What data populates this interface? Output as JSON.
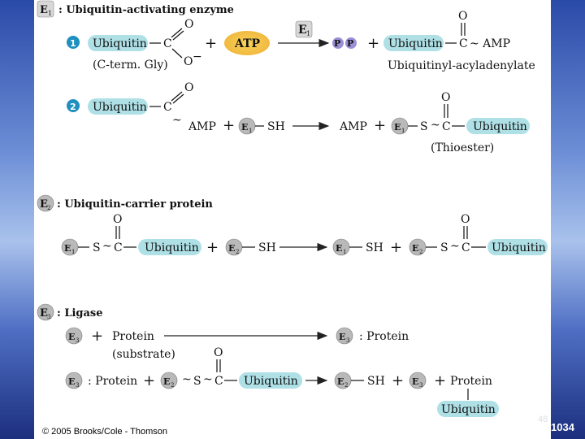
{
  "colors": {
    "ubiquitin_fill": "#aee0e6",
    "atp_fill": "#f2c94a",
    "enzyme_fill": "#b9b9b9",
    "step_fill": "#1f8fbf",
    "phosphate_fill": "#9b8fd6"
  },
  "sections": {
    "e1": {
      "badge": "E1",
      "title": ": Ubiquitin-activating enzyme"
    },
    "e2": {
      "badge": "E2",
      "title": ": Ubiquitin-carrier protein"
    },
    "e3": {
      "badge": "E3",
      "title": ": Ligase"
    }
  },
  "labels": {
    "ubiquitin": "Ubiquitin",
    "c": "C",
    "o": "O",
    "o_minus": "O",
    "minus": "−",
    "plus": "+",
    "tilde": "~",
    "atp": "ATP",
    "p": "P",
    "amp": "AMP",
    "amp_suffix": "~ AMP",
    "s": "S",
    "sh": "SH",
    "protein": "Protein",
    "colon_protein": ": Protein",
    "cterm": "(C-term. Gly)",
    "acyladenylate": "Ubiquitinyl-acyladenylate",
    "thioester": "(Thioester)",
    "substrate": "(substrate)",
    "step1": "1",
    "step2": "2",
    "e1": "E",
    "sub1": "1",
    "sub2": "2",
    "sub3": "3"
  },
  "footer": {
    "copyright": "© 2005 Brooks/Cole - Thomson",
    "slide_number": "48",
    "page_number": "1034"
  }
}
